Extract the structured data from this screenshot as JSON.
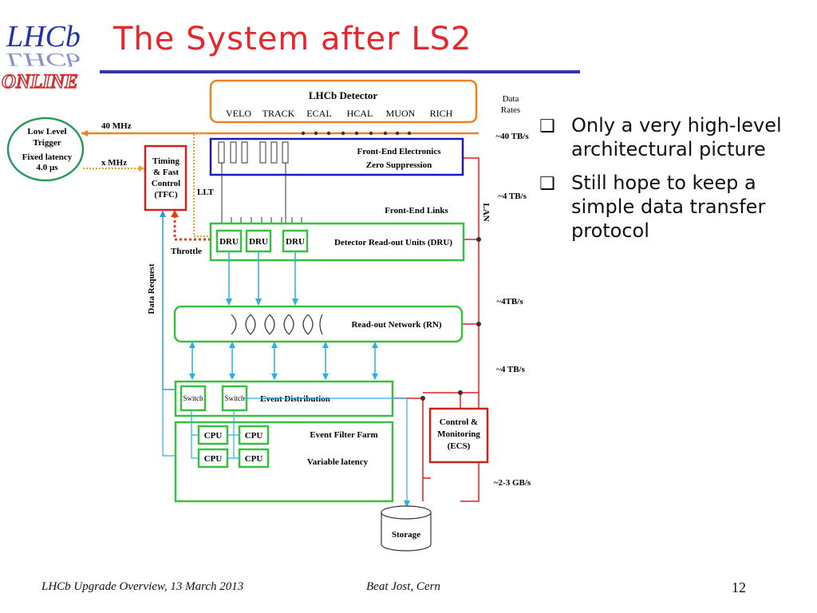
{
  "logo": {
    "top": "LHCb",
    "reflection": "LHCb",
    "bottom": "ONLINE"
  },
  "title": "The System after LS2",
  "diagram": {
    "detector": {
      "title": "LHCb Detector",
      "subdetectors": [
        "VELO",
        "TRACK",
        "ECAL",
        "HCAL",
        "MUON",
        "RICH"
      ]
    },
    "data_rates_label": [
      "Data",
      "Rates"
    ],
    "l0": {
      "lines": [
        "Low Level",
        "Trigger",
        "Fixed latency",
        "4.0 µs"
      ]
    },
    "tfc": {
      "lines": [
        "Timing",
        "& Fast",
        "Control",
        "(TFC)"
      ]
    },
    "label_40mhz": "40 MHz",
    "label_xmhz": "x MHz",
    "label_llt": "LLT",
    "label_throttle": "Throttle",
    "label_data_request": "Data Request",
    "fee": {
      "lines": [
        "Front-End Electronics",
        "Zero Suppression"
      ]
    },
    "front_end_links": "Front-End Links",
    "dru_label": "DRU",
    "dru_box_label": "Detector Read-out Units (DRU)",
    "rn_label": "Read-out Network (RN)",
    "lan_label": "LAN",
    "switch_label": "Switch",
    "event_distribution": "Event Distribution",
    "cpu_label": "CPU",
    "event_filter_farm": "Event Filter Farm",
    "variable_latency": "Variable latency",
    "ecs": {
      "lines": [
        "Control &",
        "Monitoring",
        "(ECS)"
      ]
    },
    "storage": "Storage",
    "rates": [
      "~40 TB/s",
      "~4 TB/s",
      "~4TB/s",
      "~4 TB/s",
      "~2-3 GB/s"
    ]
  },
  "bullets": [
    "Only a very high-level architectural picture",
    "Still hope to keep a simple data transfer protocol"
  ],
  "bullet_lines": [
    [
      "Only a very high-level",
      "architectural picture"
    ],
    [
      "Still hope to keep a",
      "simple data transfer",
      "protocol"
    ]
  ],
  "footer": {
    "left": "LHCb Upgrade Overview, 13 March 2013",
    "center": "Beat Jost, Cern",
    "page": "12"
  }
}
